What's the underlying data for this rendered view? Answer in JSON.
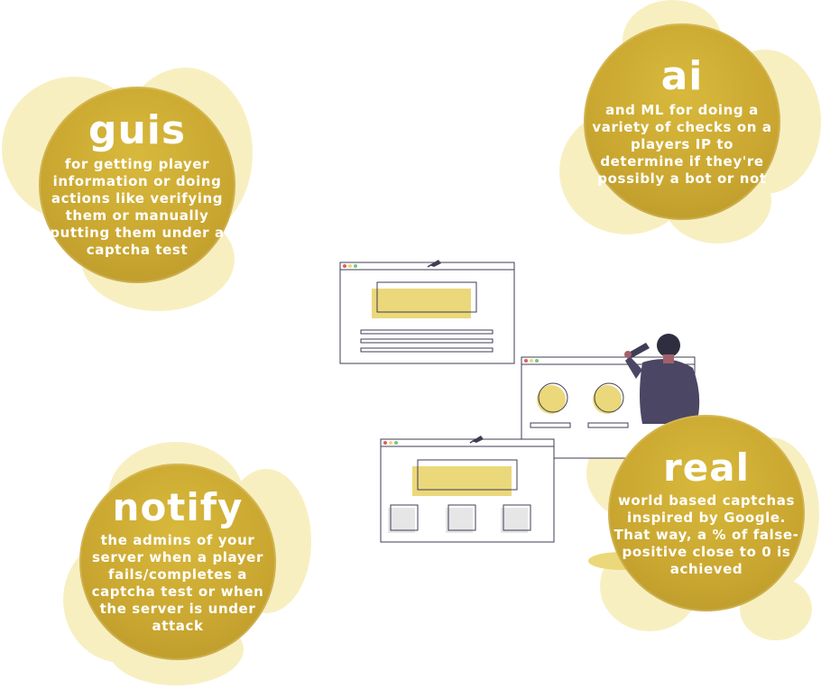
{
  "features": {
    "guis": {
      "title": "guis",
      "description": "for getting player information or doing actions like verifying them or manually putting them under a captcha test"
    },
    "ai": {
      "title": "ai",
      "description": "and ML for doing a variety of checks on a players IP to determine if they're possibly a bot or not"
    },
    "notify": {
      "title": "notify",
      "description": "the admins of your server when a player fails/completes a captcha test or when the server is under attack"
    },
    "real": {
      "title": "real",
      "description": "world based captchas inspired by Google. That way, a % of false-positive close to 0 is achieved"
    }
  },
  "colors": {
    "bubble": "#c9a630",
    "blob": "#f8efc1",
    "accent_yellow": "#ebd87a",
    "figure": "#4b4663",
    "outline": "#3f3d56"
  },
  "icons": [
    "pushpin-icon",
    "window-dots-icon",
    "person-illustration"
  ]
}
